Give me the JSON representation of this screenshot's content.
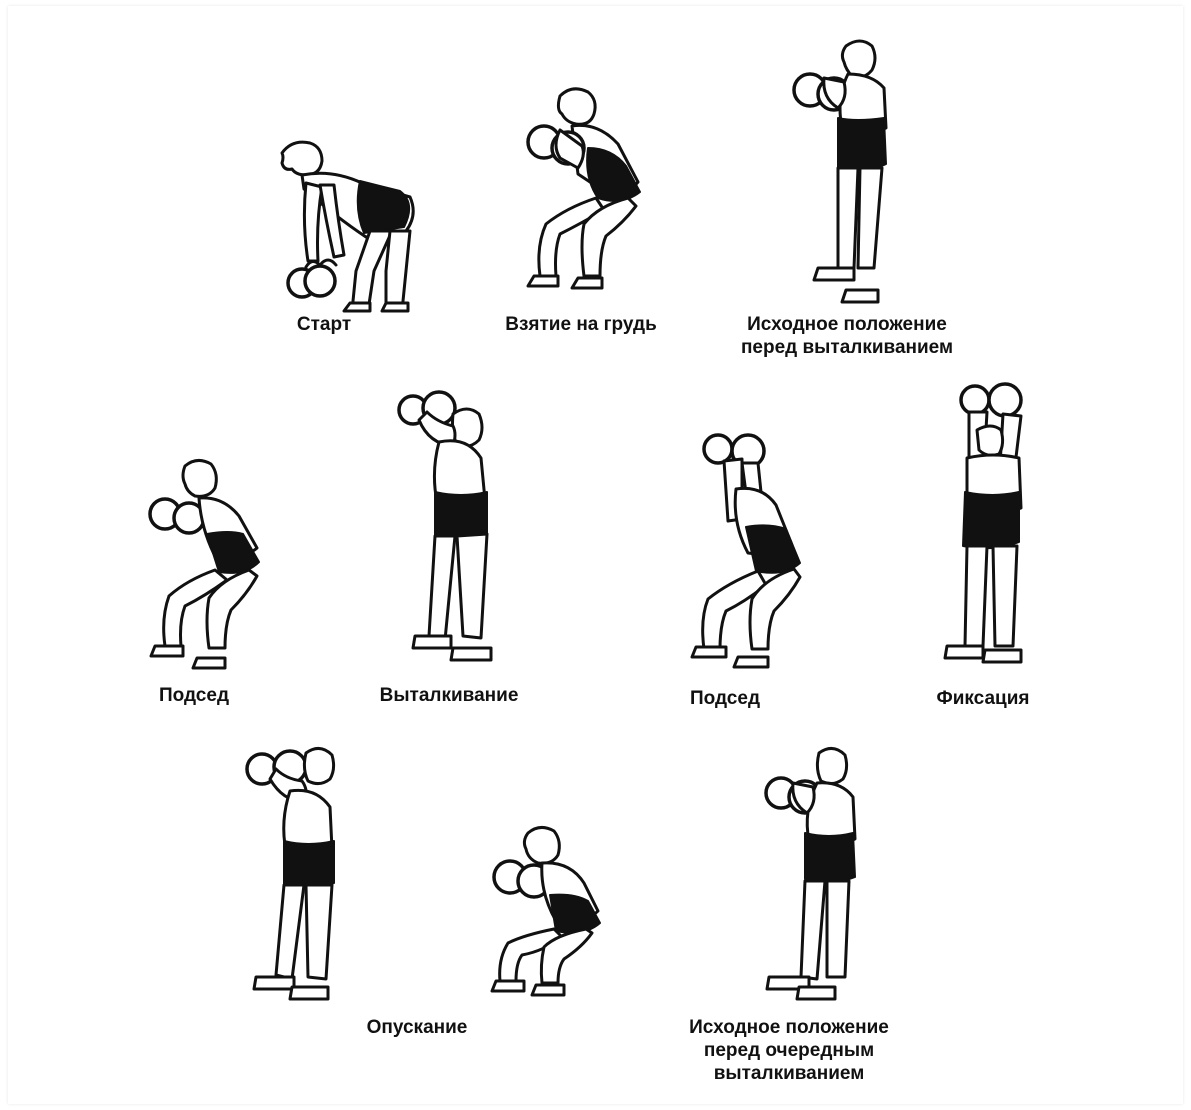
{
  "stages": [
    {
      "id": "start",
      "caption": "Старт"
    },
    {
      "id": "clean",
      "caption": "Взятие на грудь"
    },
    {
      "id": "rack1",
      "caption": "Исходное положение\nперед выталкиванием"
    },
    {
      "id": "dip1",
      "caption": "Подсед"
    },
    {
      "id": "push",
      "caption": "Выталкивание"
    },
    {
      "id": "dip2",
      "caption": "Подсед"
    },
    {
      "id": "lockout",
      "caption": "Фиксация"
    },
    {
      "id": "lowering",
      "caption": "Опускание"
    },
    {
      "id": "squat-catch",
      "caption": ""
    },
    {
      "id": "rack2",
      "caption": "Исходное положение\nперед очередным\nвыталкиванием"
    }
  ],
  "colors": {
    "ink": "#111111",
    "paper": "#ffffff"
  }
}
